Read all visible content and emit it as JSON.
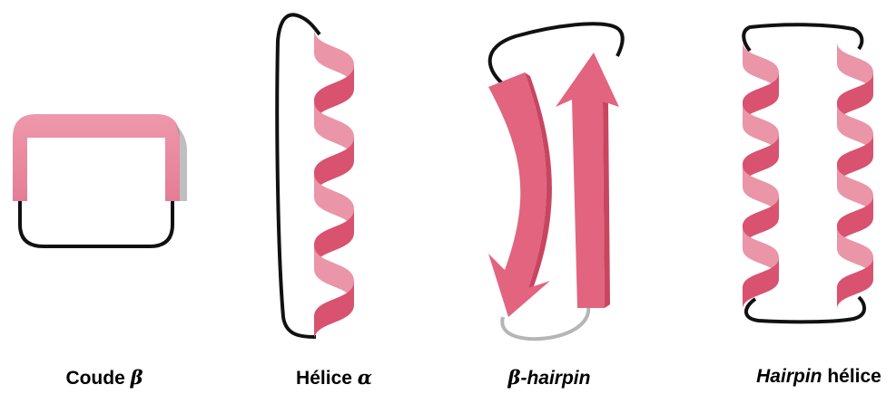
{
  "colors": {
    "ribbon_front": "#e9819a",
    "ribbon_back": "#d9526f",
    "ribbon_light": "#ea95a8",
    "arrow": "#e2647f",
    "arrow_shade": "#c9455f",
    "loop": "#111111",
    "loop_grey": "#b5b5b5"
  },
  "panels": [
    {
      "id": "beta-turn",
      "caption_main": "Coude",
      "caption_greek": "β",
      "icon": "beta-turn-shape"
    },
    {
      "id": "alpha-helix",
      "caption_main": "Hélice",
      "caption_greek": "α",
      "icon": "helix-ribbon"
    },
    {
      "id": "beta-hairpin",
      "caption_greek": "β",
      "caption_italic": "-hairpin",
      "icon": "antiparallel-arrows"
    },
    {
      "id": "helix-hairpin",
      "caption_italic": "Hairpin",
      "caption_main": " hélice",
      "icon": "double-helix-ribbons"
    }
  ]
}
